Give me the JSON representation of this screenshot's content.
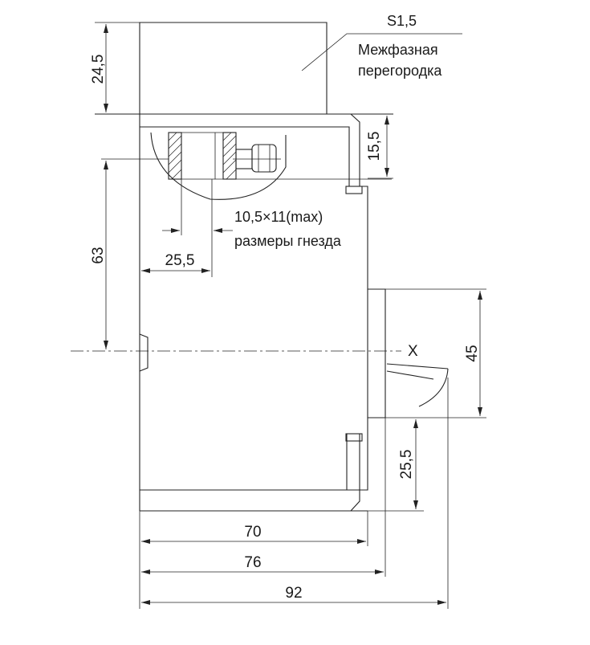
{
  "annotations": {
    "section_label": "S1,5",
    "partition_line1": "Межфазная",
    "partition_line2": "перегородка",
    "socket_size": "10,5×11(max)",
    "socket_caption": "размеры гнезда",
    "axis_label": "X"
  },
  "dimensions": {
    "partition_height": "24,5",
    "terminal_height": "15,5",
    "axis_offset": "63",
    "socket_offset": "25,5",
    "front_height": "45",
    "bottom_terminal": "25,5",
    "depth_70": "70",
    "depth_76": "76",
    "depth_92": "92"
  }
}
